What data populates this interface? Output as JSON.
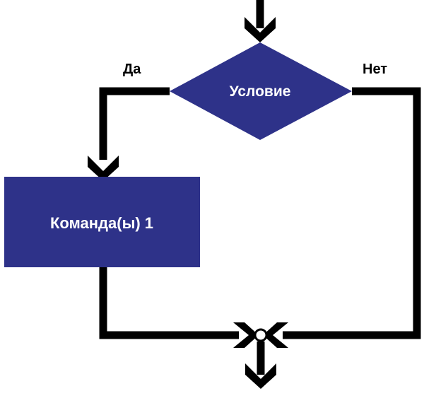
{
  "flowchart": {
    "condition_label": "Условие",
    "yes_label": "Да",
    "no_label": "Нет",
    "command_label": "Команда(ы) 1"
  },
  "colors": {
    "shape_fill": "#2e3289",
    "line": "#000000",
    "shape_text": "#ffffff",
    "background": "#ffffff"
  }
}
